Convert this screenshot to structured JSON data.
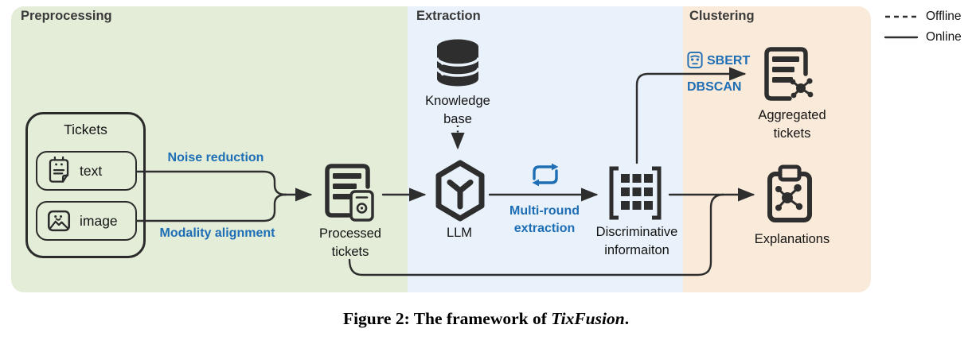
{
  "panels": {
    "preprocessing": {
      "title": "Preprocessing"
    },
    "extraction": {
      "title": "Extraction"
    },
    "clustering": {
      "title": "Clustering"
    }
  },
  "legend": {
    "offline_label": "Offline",
    "online_label": "Online"
  },
  "tickets_group": {
    "title": "Tickets",
    "items": [
      {
        "label": "text",
        "icon": "note-face-icon"
      },
      {
        "label": "image",
        "icon": "image-face-icon"
      }
    ]
  },
  "edge_labels": {
    "noise": "Noise reduction",
    "modality": "Modality alignment",
    "multiround": "Multi-round extraction",
    "sbert": "SBERT",
    "dbscan": "DBSCAN"
  },
  "nodes": {
    "processed": "Processed tickets",
    "knowledge": "Knowledge base",
    "llm": "LLM",
    "discriminative": "Discriminative informaiton",
    "aggregated": "Aggregated tickets",
    "explanations": "Explanations"
  },
  "caption": {
    "prefix": "Figure 2: The framework of ",
    "italic": "TixFusion",
    "suffix": "."
  },
  "icons": {
    "tickets_text": "note-face-icon",
    "tickets_image": "image-face-icon",
    "processed": "document-gear-icon",
    "knowledge": "database-icon",
    "llm": "cube-hexagon-icon",
    "multiround": "repeat-arrows-icon",
    "discriminative": "bracket-matrix-icon",
    "sbert": "bert-face-icon",
    "aggregated": "document-cluster-icon",
    "explanations": "clipboard-cluster-icon"
  },
  "colors": {
    "panel_green": "#e3edd8",
    "panel_blue": "#e9f1fa",
    "panel_orange": "#faead9",
    "line_dark": "#2e2e2e",
    "accent_blue": "#1e6eb5"
  }
}
